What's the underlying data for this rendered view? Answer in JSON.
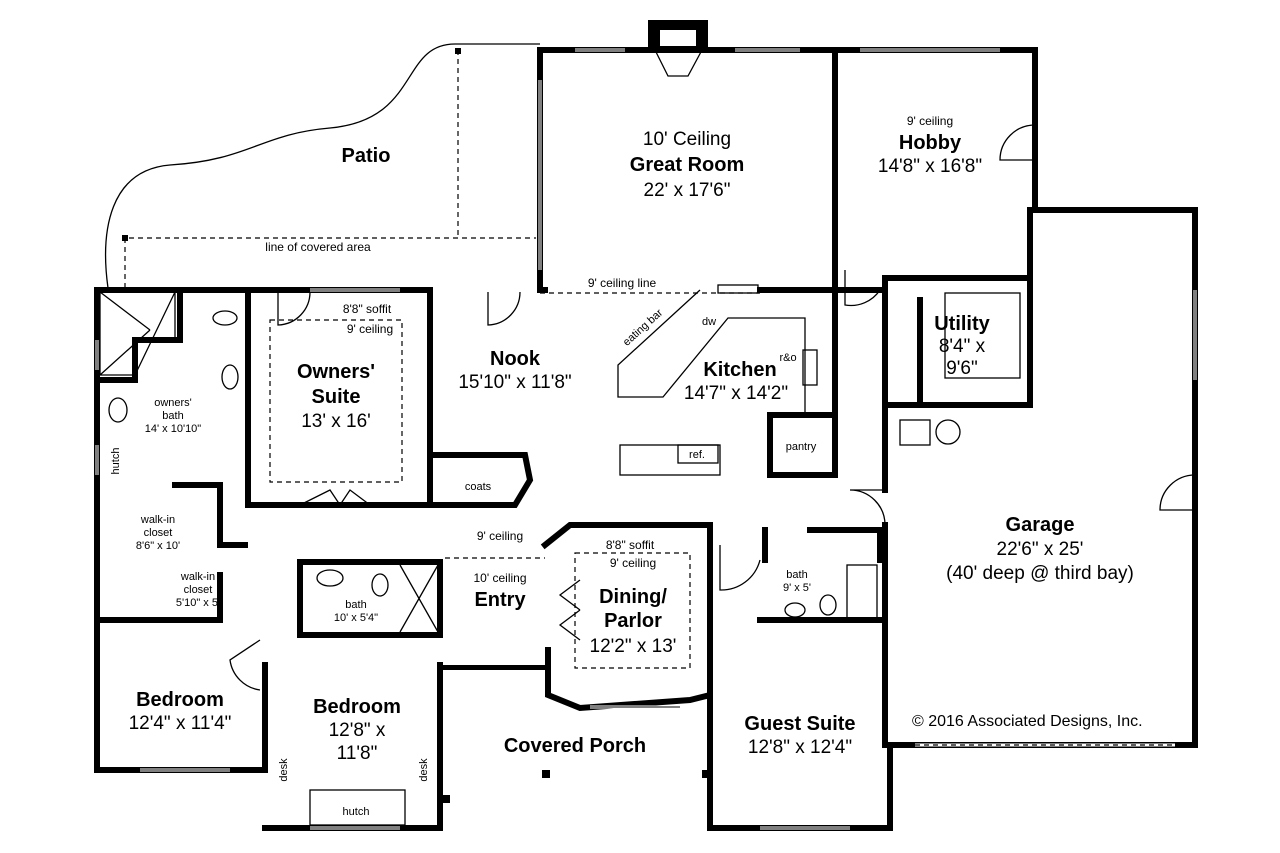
{
  "rooms": {
    "patio": {
      "name": "Patio",
      "note": "line of covered area"
    },
    "great_room": {
      "ceiling": "10' Ceiling",
      "name": "Great Room",
      "size": "22' x 17'6\""
    },
    "hobby": {
      "ceiling": "9' ceiling",
      "name": "Hobby",
      "size": "14'8\" x 16'8\""
    },
    "ceiling_line": "9' ceiling line",
    "owners_suite": {
      "soffit": "8'8\" soffit",
      "ceiling": "9' ceiling",
      "name1": "Owners'",
      "name2": "Suite",
      "size": "13' x 16'"
    },
    "owners_bath": {
      "name1": "owners'",
      "name2": "bath",
      "size": "14' x 10'10\"",
      "hutch": "hutch"
    },
    "walkin1": {
      "name1": "walk-in",
      "name2": "closet",
      "size": "8'6\" x 10'"
    },
    "walkin2": {
      "name1": "walk-in",
      "name2": "closet",
      "size": "5'10\" x 5'"
    },
    "nook": {
      "name": "Nook",
      "size": "15'10\" x 11'8\""
    },
    "kitchen": {
      "name": "Kitchen",
      "size": "14'7\" x 14'2\"",
      "eating_bar": "eating bar",
      "dw": "dw",
      "range": "r&o",
      "pantry": "pantry",
      "ref": "ref."
    },
    "utility": {
      "name": "Utility",
      "size1": "8'4\" x",
      "size2": "9'6\""
    },
    "coats": "coats",
    "hall_ceiling": "9' ceiling",
    "entry": {
      "ceiling": "10' ceiling",
      "name": "Entry"
    },
    "dining": {
      "soffit": "8'8\" soffit",
      "ceiling": "9' ceiling",
      "name1": "Dining/",
      "name2": "Parlor",
      "size": "12'2\" x 13'"
    },
    "bath2": {
      "name": "bath",
      "size": "10' x 5'4\""
    },
    "bath3": {
      "name": "bath",
      "size": "9' x 5'"
    },
    "bedroom1": {
      "name": "Bedroom",
      "size": "12'4\" x 11'4\""
    },
    "bedroom2": {
      "name": "Bedroom",
      "size1": "12'8\" x",
      "size2": "11'8\"",
      "desk": "desk",
      "hutch": "hutch"
    },
    "covered_porch": {
      "name": "Covered Porch"
    },
    "guest_suite": {
      "name": "Guest Suite",
      "size": "12'8\" x 12'4\""
    },
    "garage": {
      "name": "Garage",
      "size": "22'6\" x 25'",
      "note": "(40' deep @ third bay)"
    }
  },
  "copyright": "© 2016 Associated Designs, Inc."
}
